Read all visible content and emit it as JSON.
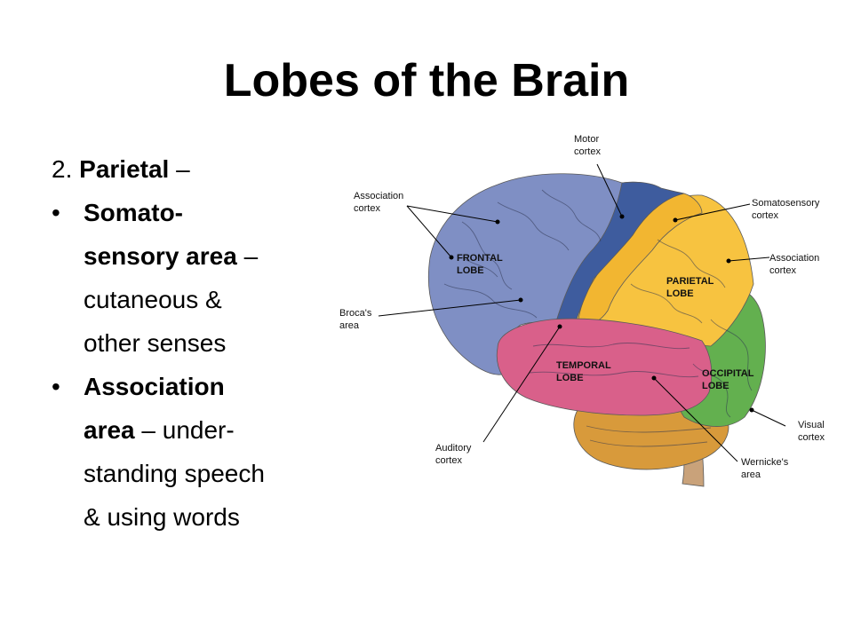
{
  "slide": {
    "title": "Lobes of the Brain",
    "heading": {
      "number": "2. ",
      "term": "Parietal",
      "dash": " –"
    },
    "bullets": [
      {
        "lines": [
          {
            "bold": "Somato-",
            "normal": ""
          },
          {
            "bold": "sensory area",
            "normal": " –"
          },
          {
            "bold": "",
            "normal": "cutaneous &"
          },
          {
            "bold": "",
            "normal": "other senses"
          }
        ]
      },
      {
        "lines": [
          {
            "bold": "Association",
            "normal": ""
          },
          {
            "bold": "area",
            "normal": " – under-"
          },
          {
            "bold": "",
            "normal": "standing speech"
          },
          {
            "bold": "",
            "normal": "& using words"
          }
        ]
      }
    ],
    "bullet_glyph": "•"
  },
  "figure": {
    "labels": {
      "motor": [
        "Motor",
        "cortex"
      ],
      "association_left": [
        "Association",
        "cortex"
      ],
      "somatosensory": [
        "Somatosensory",
        "cortex"
      ],
      "association_right": [
        "Association",
        "cortex"
      ],
      "broca": [
        "Broca's",
        "area"
      ],
      "visual": [
        "Visual",
        "cortex"
      ],
      "auditory": [
        "Auditory",
        "cortex"
      ],
      "wernicke": [
        "Wernicke's",
        "area"
      ]
    },
    "lobes": {
      "frontal": [
        "FRONTAL",
        "LOBE"
      ],
      "parietal": [
        "PARIETAL",
        "LOBE"
      ],
      "temporal": [
        "TEMPORAL",
        "LOBE"
      ],
      "occipital": [
        "OCCIPITAL",
        "LOBE"
      ]
    },
    "colors": {
      "frontal": "#7f8fc4",
      "motor": "#3e5c9e",
      "somatosensory": "#f2b631",
      "parietal": "#f7c340",
      "temporal": "#d9608a",
      "occipital": "#63b04f",
      "cerebellum": "#d89a3b",
      "brainstem": "#c9a27a"
    }
  }
}
